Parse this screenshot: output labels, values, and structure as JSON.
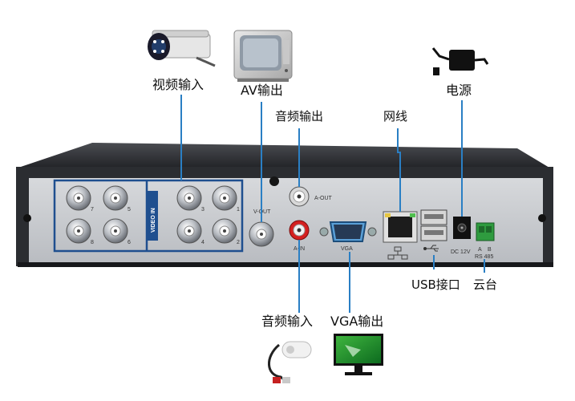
{
  "labels": {
    "video_in": "视频输入",
    "av_out": "AV输出",
    "audio_out": "音频输出",
    "network": "网线",
    "power": "电源",
    "usb_port": "USB接口",
    "ptz": "云台",
    "audio_in": "音频输入",
    "vga_out": "VGA输出"
  },
  "panel": {
    "video_in_vertical": "VIDEO IN",
    "bnc_numbers": [
      "7",
      "5",
      "8",
      "6",
      "3",
      "1",
      "4",
      "2"
    ],
    "v_out": "V-OUT",
    "a_out": "A-OUT",
    "a_in": "A-IN",
    "vga": "VGA",
    "dc12v": "DC 12V",
    "rs485": "RS 485",
    "rs485_a": "A",
    "rs485_b": "B"
  },
  "colors": {
    "leader_line": "#2a7fc4",
    "chassis": "#2b2d31",
    "panel": "#c9ccd0",
    "group_border": "#1f4f8f",
    "rca_red": "#d42020",
    "terminal_green": "#2f9b3f"
  }
}
